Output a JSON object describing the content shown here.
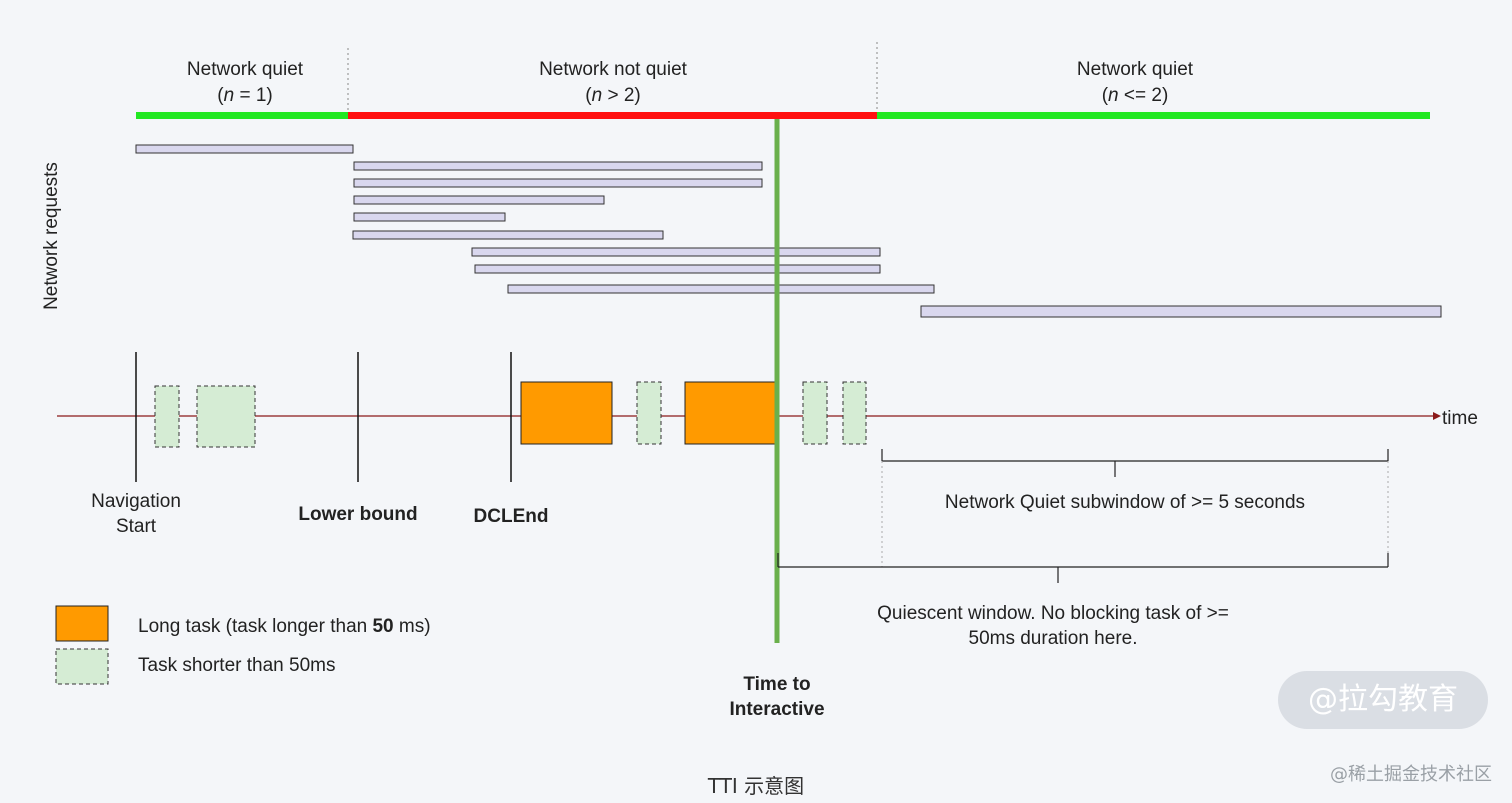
{
  "phases": [
    {
      "title": "Network quiet",
      "condition": "(n = 1)",
      "status": "quiet"
    },
    {
      "title": "Network not quiet",
      "condition": "(n > 2)",
      "status": "busy"
    },
    {
      "title": "Network quiet",
      "condition": "(n <= 2)",
      "status": "quiet"
    }
  ],
  "colors": {
    "quiet": "#22e822",
    "busy": "#ff1010",
    "request_fill": "#d9d7ee",
    "long_task": "#ff9a00",
    "short_task": "#d5ecd4",
    "tti_line": "#6ab04c",
    "timeline": "#8b1a1a"
  },
  "y_axis_label": "Network requests",
  "timeline_label": "time",
  "markers": {
    "navigation_start": [
      "Navigation",
      "Start"
    ],
    "lower_bound": "Lower bound",
    "dcl_end": "DCLEnd",
    "tti": [
      "Time to",
      "Interactive"
    ]
  },
  "brackets": {
    "network_quiet_subwindow": "Network Quiet subwindow of >= 5 seconds",
    "quiescent_window": [
      "Quiescent window. No blocking task of >=",
      "50ms duration here."
    ]
  },
  "legend": {
    "long_task": {
      "prefix": "Long task (task longer than ",
      "bold": "50",
      "suffix": " ms)"
    },
    "short_task": "Task shorter than 50ms"
  },
  "watermark": "@拉勾教育",
  "caption": "TTI 示意图",
  "credit": "@稀土掘金技术社区"
}
